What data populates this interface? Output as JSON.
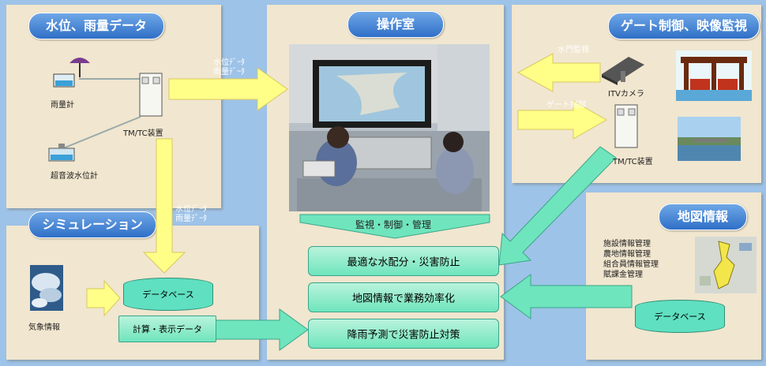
{
  "panels": {
    "water": {
      "title": "水位、雨量データ",
      "rain_gauge": "雨量計",
      "tmtc": "TM/TC装置",
      "ultrasonic": "超音波水位計"
    },
    "control": {
      "title": "操作室"
    },
    "gate": {
      "title": "ゲート制御、映像監視",
      "itv": "ITVカメラ",
      "tmtc": "TM/TC装置"
    },
    "simulation": {
      "title": "シミュレーション",
      "weather": "気象情報",
      "database": "データベース",
      "calc": "計算・表示データ"
    },
    "map": {
      "title": "地図情報",
      "database": "データベース",
      "items": [
        "施設情報管理",
        "農地情報管理",
        "組合員情報管理",
        "賦課金管理"
      ]
    }
  },
  "arrows": {
    "water_to_control": [
      "水位ﾃﾞｰﾀ",
      "雨量ﾃﾞｰﾀ"
    ],
    "water_to_db": [
      "水位ﾃﾞｰﾀ",
      "雨量ﾃﾞｰﾀ"
    ],
    "gate_watch": "水門監視",
    "gate_control": "ゲート制御",
    "monitor": "監視・制御・管理"
  },
  "outcomes": [
    "最適な水配分・災害防止",
    "地図情報で業務効率化",
    "降雨予測で災害防止対策"
  ],
  "colors": {
    "title_blue": "#2f6fc7",
    "arrow_yellow": "#ffff88",
    "arrow_green": "#6fe5bd",
    "panel": "#f1e6cf",
    "background": "#9ec3e8"
  }
}
